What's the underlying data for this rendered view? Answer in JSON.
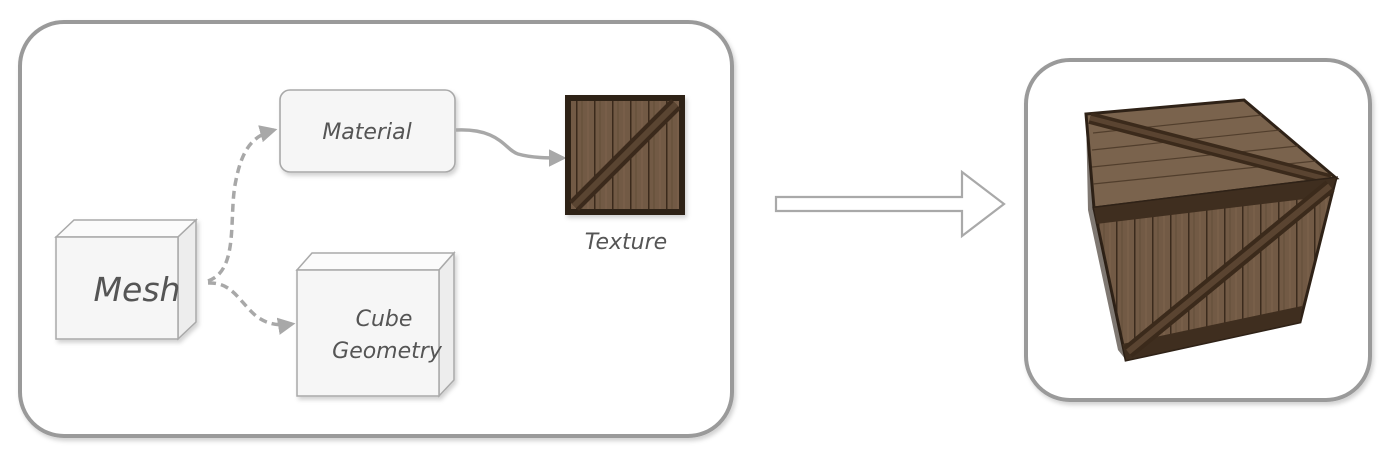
{
  "nodes": {
    "mesh": "Mesh",
    "material": "Material",
    "geometry_line1": "Cube",
    "geometry_line2": "Geometry",
    "texture": "Texture"
  },
  "colors": {
    "frame": "#9a9a9a",
    "node_fill": "#f6f6f6",
    "node_stroke": "#a9a9a9",
    "connector": "#a8a8a8",
    "wood_dark": "#3a2a1c",
    "wood_mid": "#6b5440",
    "wood_light": "#8a7058"
  }
}
